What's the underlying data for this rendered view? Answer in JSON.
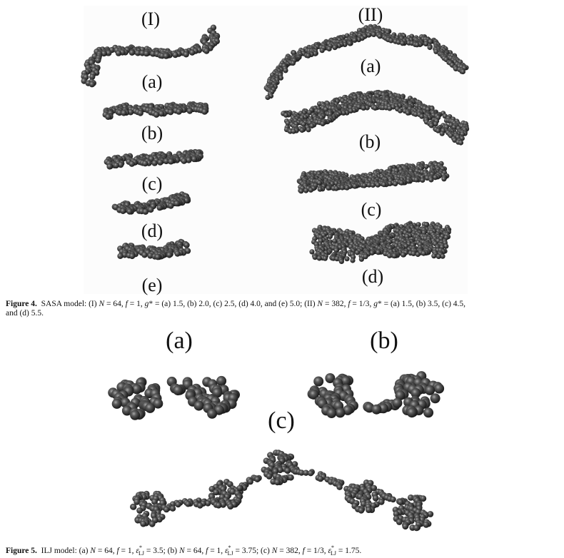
{
  "figure4": {
    "panel_labels": {
      "I": "(I)",
      "II": "(II)"
    },
    "group_I_labels": [
      "(a)",
      "(b)",
      "(c)",
      "(d)",
      "(e)"
    ],
    "group_II_labels": [
      "(a)",
      "(b)",
      "(c)",
      "(d)"
    ],
    "caption": {
      "title": "Figure 4.",
      "text_1": "SASA model:  (I) ",
      "N_sym": "N",
      "eq_64": " = 64, ",
      "f_sym": "f",
      "eq_1": " = 1, ",
      "g_sym": "g",
      "star_eq_I": "* = (a) 1.5, (b) 2.0, (c) 2.5, (d) 4.0, and (e) 5.0; (II) ",
      "N_sym_2": "N",
      "eq_382": " = 382, ",
      "f_sym_2": "f",
      "eq_13": " = 1/3, ",
      "g_sym_2": "g",
      "star_eq_II": "* = (a) 1.5, (b) 3.5, (c) 4.5,",
      "line2": "and (d) 5.5."
    }
  },
  "figure5": {
    "labels": [
      "(a)",
      "(b)",
      "(c)"
    ],
    "caption": {
      "title": "Figure 5.",
      "text_1": "ILJ model:  (a) ",
      "a_N": "N",
      "a_eqN": " = 64, ",
      "a_f": "f",
      "a_eqf": " = 1, ",
      "eps": "ε",
      "a_eqe": " = 3.5; (b) ",
      "b_N": "N",
      "b_eqN": " = 64, ",
      "b_f": "f",
      "b_eqf": " = 1, ",
      "b_eqe": " = 3.75; (c) ",
      "c_N": "N",
      "c_eqN": " = 382, ",
      "c_f": "f",
      "c_eqf": " = 1/3, ",
      "c_eqe": " = 1.75.",
      "sub": "LJ",
      "sup": "*"
    }
  },
  "colors": {
    "bead_dark": "#2a2a2a",
    "bead_mid": "#555555",
    "bead_highlight": "#9a9a9a",
    "panel_bg": "#fcfcfc"
  }
}
